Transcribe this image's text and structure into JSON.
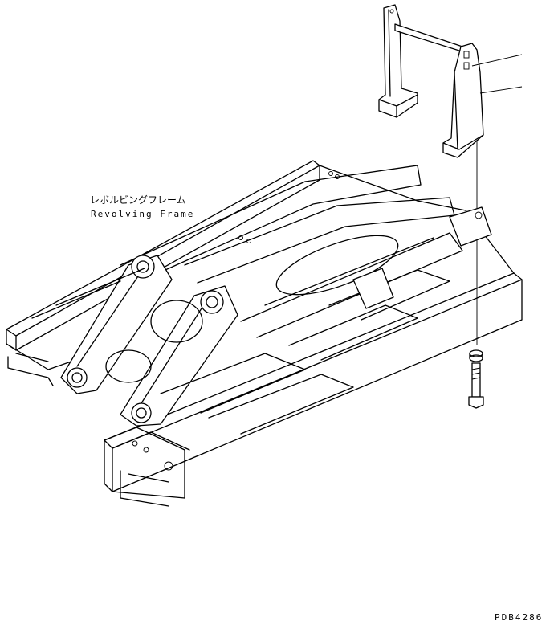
{
  "diagram": {
    "part_label_jp": "レボルビングフレーム",
    "part_label_en": "Revolving Frame",
    "drawing_code": "PDB4286"
  }
}
